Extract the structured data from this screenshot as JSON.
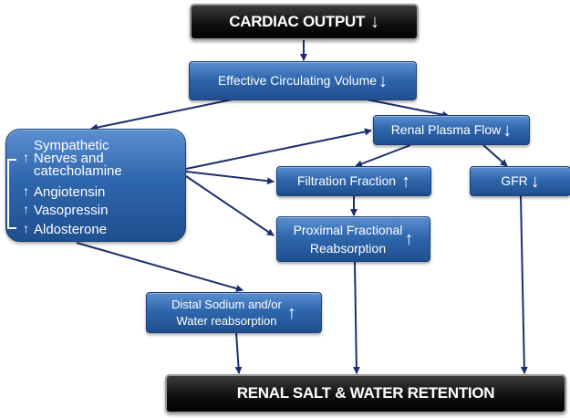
{
  "title": "CARDIAC OUTPUT",
  "effective_volume": "Effective Circulating Volume",
  "renal_plasma_flow": "Renal Plasma Flow",
  "filtration_fraction": "Filtration Fraction",
  "gfr": "GFR",
  "proximal": {
    "line1": "Proximal Fractional",
    "line2": "Reabsorption"
  },
  "distal": {
    "line1": "Distal Sodium and/or",
    "line2": "Water reabsorption"
  },
  "mediators": {
    "item1_line1": "Sympathetic",
    "item1_line2": "Nerves and",
    "item1_line3": "catecholamine",
    "item2": "Angiotensin",
    "item3": "Vasopressin",
    "item4": "Aldosterone"
  },
  "outcome": "RENAL SALT & WATER RETENTION",
  "symbols": {
    "up": "↑",
    "down": "↓"
  },
  "colors": {
    "box_blue": "#2f67ad",
    "box_black": "#111111",
    "arrow_navy": "#1b2f6e"
  }
}
